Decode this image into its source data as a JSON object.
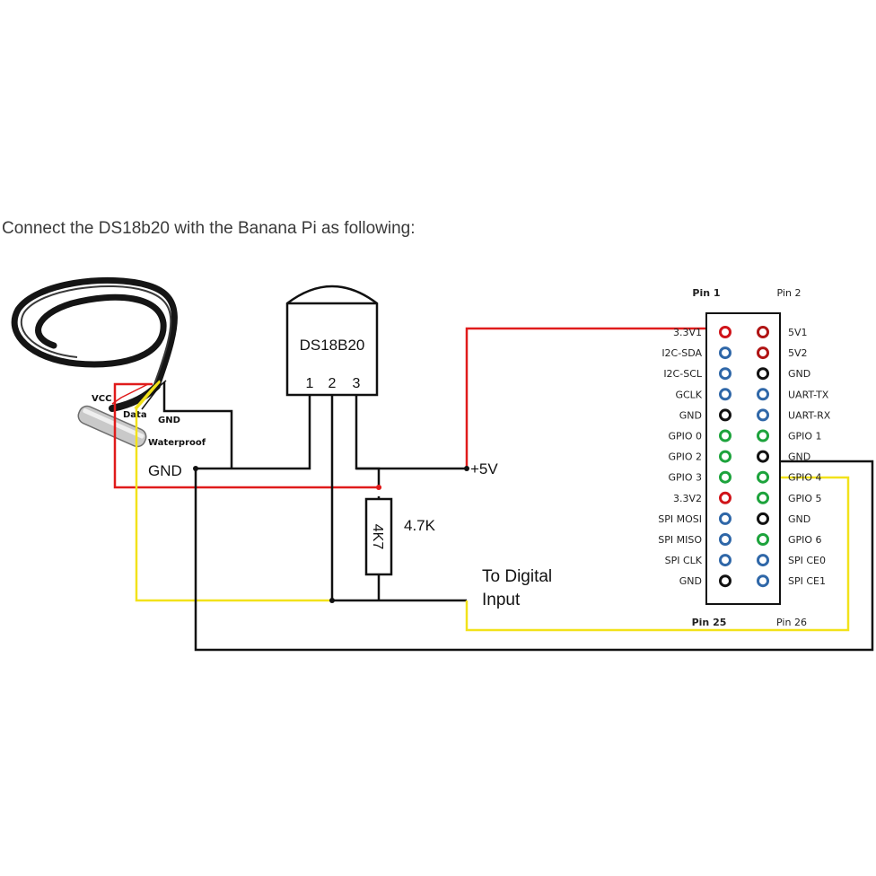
{
  "intro_text": "Connect the DS18b20 with the Banana Pi as following:",
  "sensor": {
    "name": "DS18B20",
    "pin_numbers": [
      "1",
      "2",
      "3"
    ]
  },
  "probe_labels": {
    "vcc": "VCC",
    "data": "Data",
    "gnd": "GND",
    "waterproof": "Waterproof"
  },
  "circuit_labels": {
    "gnd": "GND",
    "plus5v": "+5V",
    "resistor_value": "4.7K",
    "resistor_code": "4K7",
    "to_digital_line1": "To Digital",
    "to_digital_line2": "Input"
  },
  "header": {
    "pin1": "Pin 1",
    "pin2": "Pin 2",
    "pin25": "Pin 25",
    "pin26": "Pin 26",
    "left_pins": [
      {
        "label": "3.3V1",
        "color": "#d0141a"
      },
      {
        "label": "I2C-SDA",
        "color": "#2f67a8"
      },
      {
        "label": "I2C-SCL",
        "color": "#2f67a8"
      },
      {
        "label": "GCLK",
        "color": "#2f67a8"
      },
      {
        "label": "GND",
        "color": "#111111"
      },
      {
        "label": "GPIO 0",
        "color": "#1da33c"
      },
      {
        "label": "GPIO 2",
        "color": "#1da33c"
      },
      {
        "label": "GPIO 3",
        "color": "#1da33c"
      },
      {
        "label": "3.3V2",
        "color": "#d0141a"
      },
      {
        "label": "SPI MOSI",
        "color": "#2f67a8"
      },
      {
        "label": "SPI MISO",
        "color": "#2f67a8"
      },
      {
        "label": "SPI CLK",
        "color": "#2f67a8"
      },
      {
        "label": "GND",
        "color": "#111111"
      }
    ],
    "right_pins": [
      {
        "label": "5V1",
        "color": "#b01414"
      },
      {
        "label": "5V2",
        "color": "#b01414"
      },
      {
        "label": "GND",
        "color": "#111111"
      },
      {
        "label": "UART-TX",
        "color": "#2f67a8"
      },
      {
        "label": "UART-RX",
        "color": "#2f67a8"
      },
      {
        "label": "GPIO 1",
        "color": "#1da33c"
      },
      {
        "label": "GND",
        "color": "#111111"
      },
      {
        "label": "GPIO 4",
        "color": "#1da33c"
      },
      {
        "label": "GPIO 5",
        "color": "#1da33c"
      },
      {
        "label": "GND",
        "color": "#111111"
      },
      {
        "label": "GPIO 6",
        "color": "#1da33c"
      },
      {
        "label": "SPI CE0",
        "color": "#2f67a8"
      },
      {
        "label": "SPI CE1",
        "color": "#2f67a8"
      }
    ]
  },
  "wire_colors": {
    "power": "#e01b1b",
    "data": "#f2e21a",
    "ground": "#111111"
  }
}
